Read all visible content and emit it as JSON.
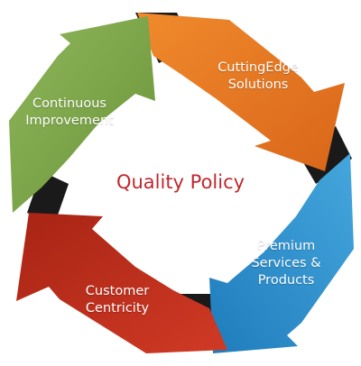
{
  "center": {
    "title": "Quality Policy"
  },
  "segments": [
    {
      "id": "green",
      "label": "Continuous\nImprovement",
      "color": "#7ea64a"
    },
    {
      "id": "orange",
      "label": "CuttingEdge\nSolutions",
      "color": "#e8781e"
    },
    {
      "id": "blue",
      "label": "Premium\nServices &\nProducts",
      "color": "#2f93d0"
    },
    {
      "id": "red",
      "label": "Customer\nCentricity",
      "color": "#c9301f"
    }
  ],
  "colors": {
    "title": "#c0282e",
    "inner_shadow": "#1a1a1a"
  }
}
